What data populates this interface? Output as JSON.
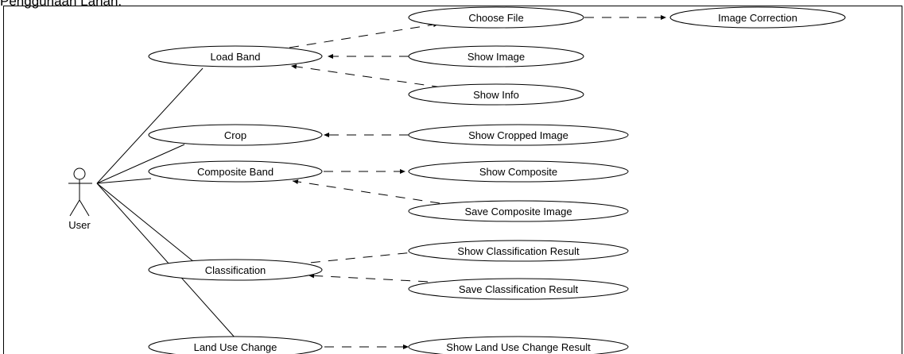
{
  "caption": "Penggunaan Lahan.",
  "actor": {
    "label": "User"
  },
  "use_cases": {
    "load_band": "Load Band",
    "crop": "Crop",
    "composite_band": "Composite Band",
    "classification": "Classification",
    "land_use_change": "Land Use Change",
    "choose_file": "Choose File",
    "image_correction": "Image Correction",
    "show_image": "Show Image",
    "show_info": "Show Info",
    "show_cropped_image": "Show Cropped Image",
    "show_composite": "Show Composite",
    "save_composite_image": "Save Composite Image",
    "show_classification_result": "Show Classification Result",
    "save_classification_result": "Save Classification Result",
    "show_land_use_change_result": "Show Land Use Change Result"
  }
}
